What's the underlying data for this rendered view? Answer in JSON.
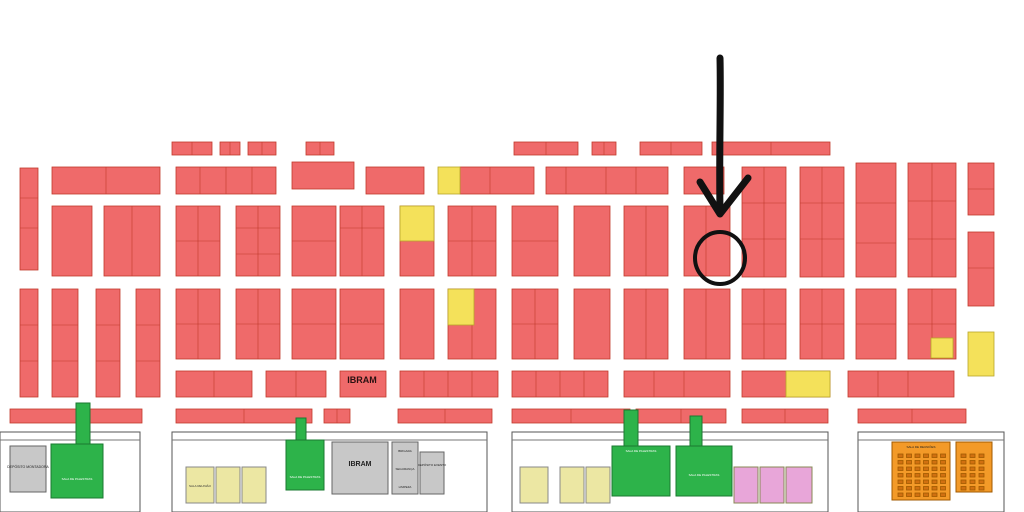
{
  "map": {
    "colors": {
      "booth_fill": "#ef6a6a",
      "booth_line": "#c0392b",
      "available_fill": "#f4e15a",
      "meeting_fill": "#2db34a",
      "service_fill": "#c8c8c8",
      "room_fill": "#ece7a3",
      "room_pink": "#e8a6d9",
      "orange_fill": "#f39a28",
      "marker": "#111111"
    },
    "legend_text": {
      "ibram_booth": "IBRAM",
      "ibram_service": "IBRAM",
      "deposit_left": "DEPÓSITO MONTADORA",
      "deposit_mid": "DEPÓSITO EVENTO",
      "brigada": "BRIGADA",
      "seguranca": "SEGURANÇA",
      "limpeza": "LIMPEZA",
      "reuniao_room": "SALA REUNIÃO",
      "palestras_room": "SALA DE PALESTRAS",
      "orange_room": "SALA DE REUNIÕES"
    },
    "annotation": {
      "type": "hand-drawn arrow with circle",
      "icon": "arrow-down-circle"
    }
  }
}
